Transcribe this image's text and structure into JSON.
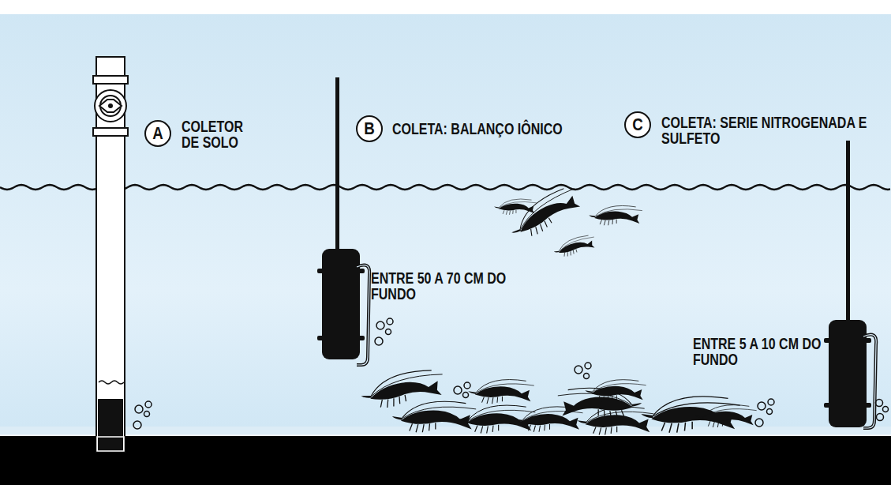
{
  "diagram": {
    "nodes": [
      {
        "text": [
          "A"
        ]
      },
      {
        "text": [
          "B"
        ]
      },
      {
        "text": [
          "C"
        ]
      }
    ],
    "labels": [
      "COLETOR DE SOLO",
      "COLETA: BALANÇO IÔNICO",
      "ENTRE 50 A 70 CM DO FUNDO",
      "COLETA: SERIE NITROGENADA E SULFETO",
      "ENTRE 5 A 10 CM DO FUNDO"
    ]
  }
}
